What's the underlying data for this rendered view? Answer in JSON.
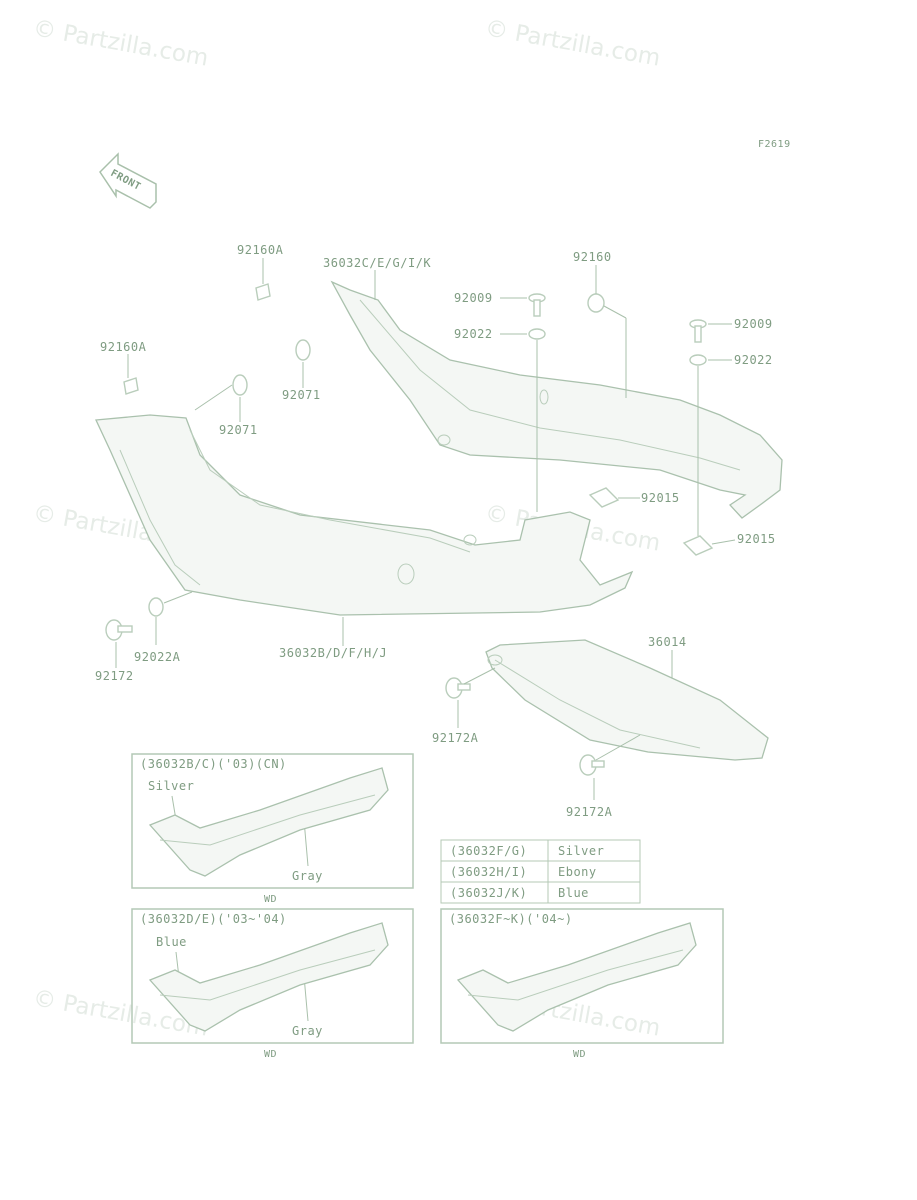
{
  "watermark": {
    "text": "© Partzilla.com"
  },
  "figure_code": "F2619",
  "front_arrow": {
    "label": "FRONT"
  },
  "callouts": {
    "c92160A_top": "92160A",
    "c92160A_left": "92160A",
    "c36032C": "36032C/E/G/I/K",
    "c92009_a": "92009",
    "c92022_a": "92022",
    "c92160": "92160",
    "c92009_b": "92009",
    "c92022_b": "92022",
    "c92071_a": "92071",
    "c92071_b": "92071",
    "c92015_a": "92015",
    "c92015_b": "92015",
    "c92172": "92172",
    "c92022A": "92022A",
    "c36032B": "36032B/D/F/H/J",
    "c36014": "36014",
    "c92172A_a": "92172A",
    "c92172A_b": "92172A"
  },
  "inset_boxes": [
    {
      "title": "(36032B/C)('03)(CN)",
      "color_a": "Silver",
      "color_b": "Gray",
      "caption": "WD"
    },
    {
      "title": "(36032D/E)('03~'04)",
      "color_a": "Blue",
      "color_b": "Gray",
      "caption": "WD"
    },
    {
      "title": "(36032F~K)('04~)",
      "caption": "WD"
    }
  ],
  "color_table": [
    {
      "code": "(36032F/G)",
      "color": "Silver"
    },
    {
      "code": "(36032H/I)",
      "color": "Ebony"
    },
    {
      "code": "(36032J/K)",
      "color": "Blue"
    }
  ]
}
